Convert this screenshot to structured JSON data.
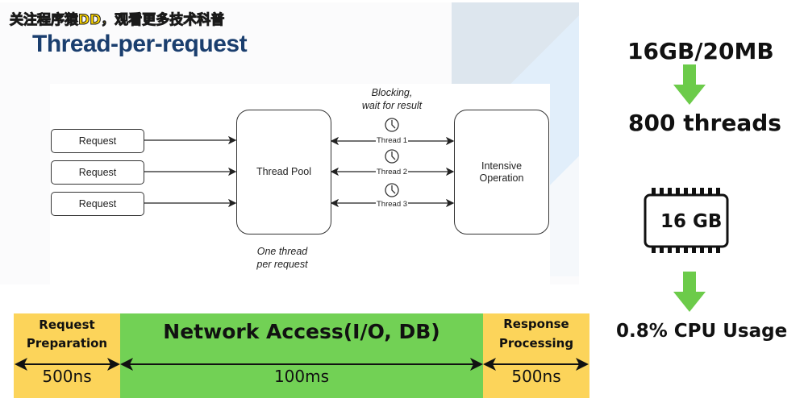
{
  "watermark": "关注程序猿DD，观看更多技术科普",
  "title": "Thread-per-request",
  "diagram": {
    "requests": [
      "Request",
      "Request",
      "Request"
    ],
    "thread_pool": "Thread Pool",
    "intensive_operation_line1": "Intensive",
    "intensive_operation_line2": "Operation",
    "blocking_line1": "Blocking,",
    "blocking_line2": "wait for result",
    "threads": [
      "Thread 1",
      "Thread 2",
      "Thread 3"
    ],
    "note_line1": "One thread",
    "note_line2": "per request"
  },
  "right_panel": {
    "memory_ratio": "16GB/20MB",
    "thread_count": "800 threads",
    "ram_chip_label": "16 GB",
    "cpu_usage": "0.8% CPU Usage",
    "arrow_color": "#6ccb4a"
  },
  "timeline": {
    "segments": [
      {
        "label_line1": "Request",
        "label_line2": "Preparation",
        "duration": "500ns",
        "color": "#fcd45a"
      },
      {
        "label_line1": "Network Access(I/O, DB)",
        "label_line2": "",
        "duration": "100ms",
        "color": "#72d155"
      },
      {
        "label_line1": "Response",
        "label_line2": "Processing",
        "duration": "500ns",
        "color": "#fcd45a"
      }
    ]
  }
}
